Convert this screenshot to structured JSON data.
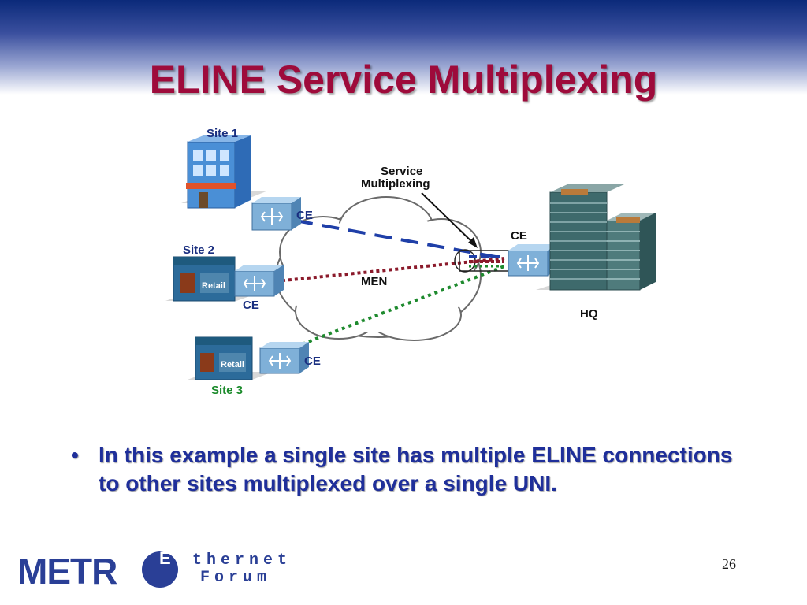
{
  "slide": {
    "title": "ELINE Service Multiplexing",
    "page_number": "26"
  },
  "diagram": {
    "sites": [
      {
        "label": "Site 1",
        "ce_label": "CE"
      },
      {
        "label": "Site 2",
        "ce_label": "CE",
        "sign": "Retail"
      },
      {
        "label": "Site 3",
        "ce_label": "CE",
        "sign": "Retail"
      }
    ],
    "hq": {
      "label": "HQ",
      "ce_label": "CE"
    },
    "cloud_label": "MEN",
    "callout": {
      "line1": "Service",
      "line2": "Multiplexing"
    },
    "colors": {
      "site1_link": "#1f3fa8",
      "site2_link": "#8b1a2b",
      "site3_link": "#1e8a2e"
    }
  },
  "bullet": {
    "symbol": "•",
    "text": "In this example a single site has multiple ELINE connections to other sites multiplexed over a single UNI."
  },
  "logo": {
    "metr": "METR",
    "e": "E",
    "word1": "thernet",
    "word2": "Forum"
  }
}
